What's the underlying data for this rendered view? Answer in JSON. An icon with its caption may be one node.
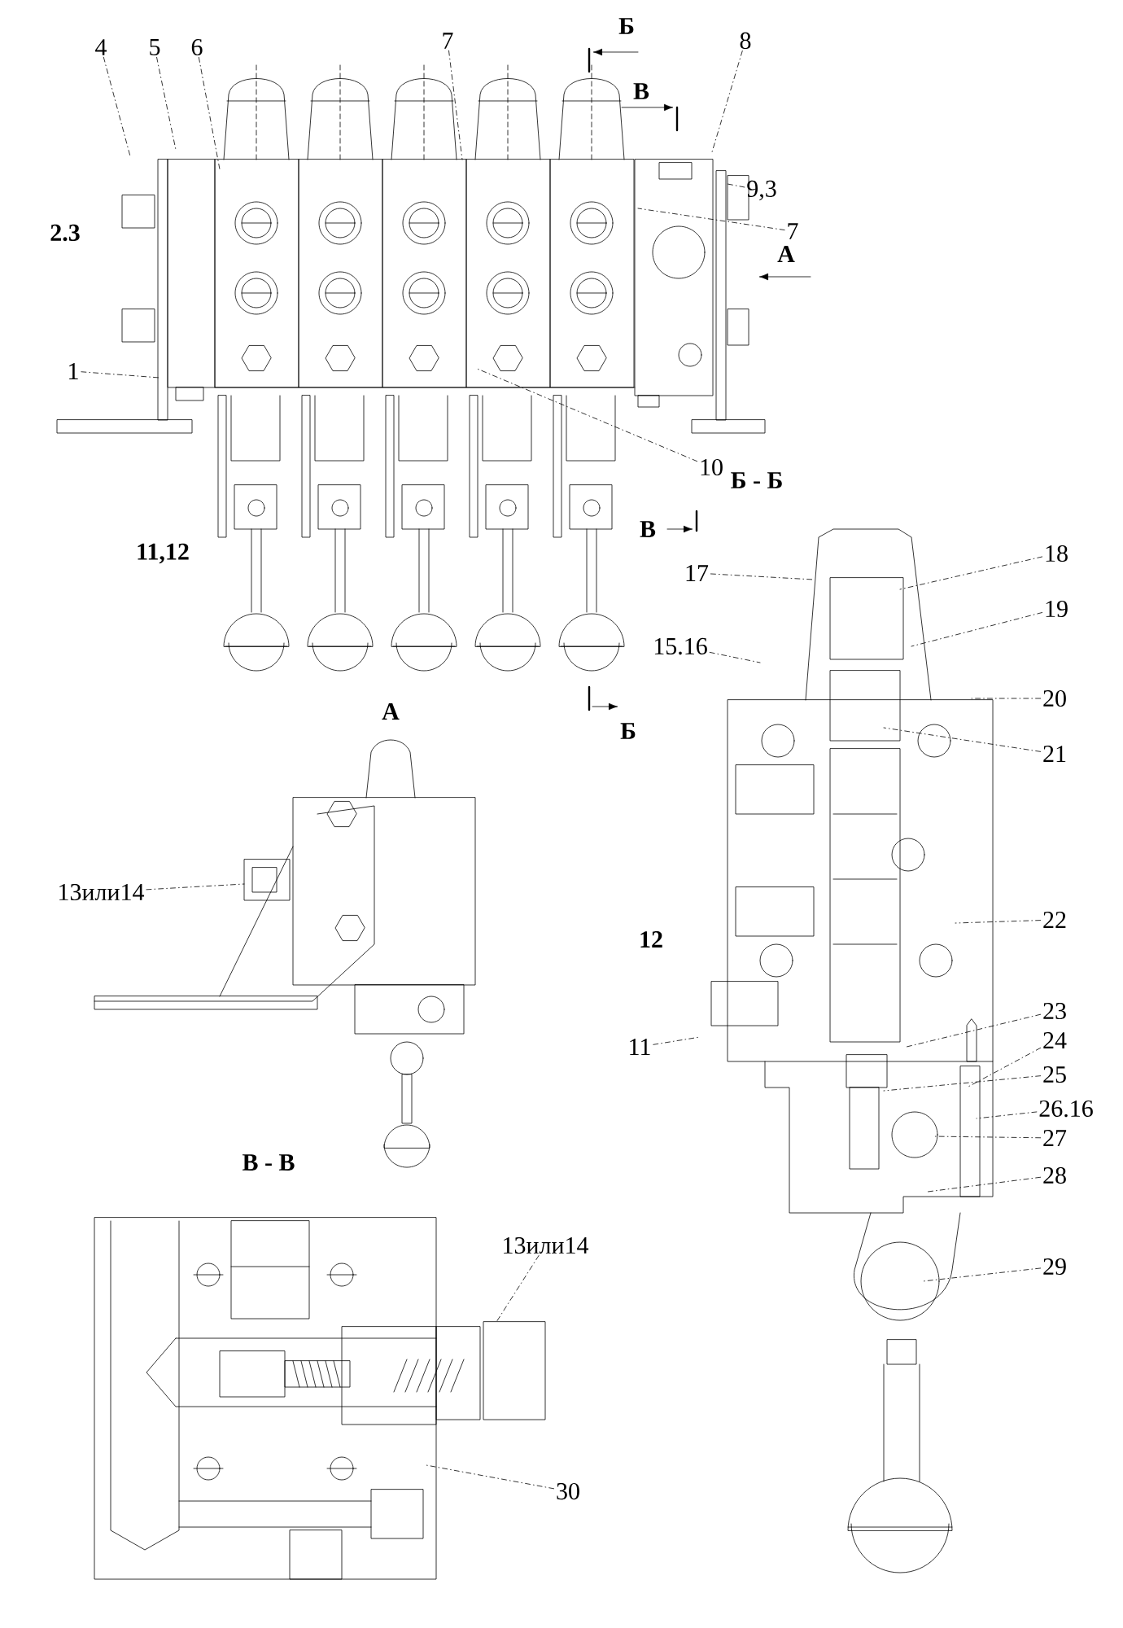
{
  "diagram": {
    "nodes": [
      {
        "text": [
          "4"
        ]
      },
      {
        "text": [
          "5"
        ]
      },
      {
        "text": [
          "6"
        ]
      },
      {
        "text": [
          "7"
        ]
      },
      {
        "text": [
          "8"
        ]
      },
      {
        "text": [
          "9,3"
        ]
      },
      {
        "text": [
          "7"
        ]
      },
      {
        "text": [
          "1"
        ]
      },
      {
        "text": [
          "10"
        ]
      },
      {
        "text": [
          "17"
        ]
      },
      {
        "text": [
          "18"
        ]
      },
      {
        "text": [
          "19"
        ]
      },
      {
        "text": [
          "15.16"
        ]
      },
      {
        "text": [
          "20"
        ]
      },
      {
        "text": [
          "21"
        ]
      },
      {
        "text": [
          "13или14"
        ]
      },
      {
        "text": [
          "22"
        ]
      },
      {
        "text": [
          "23"
        ]
      },
      {
        "text": [
          "11"
        ]
      },
      {
        "text": [
          "24"
        ]
      },
      {
        "text": [
          "25"
        ]
      },
      {
        "text": [
          "26.16"
        ]
      },
      {
        "text": [
          "27"
        ]
      },
      {
        "text": [
          "28"
        ]
      },
      {
        "text": [
          "13или14"
        ]
      },
      {
        "text": [
          "29"
        ]
      },
      {
        "text": [
          "30"
        ]
      }
    ],
    "edges": [
      {
        "from": 0,
        "to": null,
        "arrow": "none"
      },
      {
        "from": 1,
        "to": null,
        "arrow": "none"
      },
      {
        "from": 2,
        "to": null,
        "arrow": "none"
      },
      {
        "from": 3,
        "to": null,
        "arrow": "none"
      },
      {
        "from": 4,
        "to": null,
        "arrow": "none"
      },
      {
        "from": 5,
        "to": null,
        "arrow": "none"
      },
      {
        "from": 6,
        "to": null,
        "arrow": "none"
      },
      {
        "from": 7,
        "to": null,
        "arrow": "none"
      },
      {
        "from": 8,
        "to": null,
        "arrow": "none"
      },
      {
        "from": 9,
        "to": null,
        "arrow": "none"
      },
      {
        "from": 10,
        "to": null,
        "arrow": "none"
      },
      {
        "from": 11,
        "to": null,
        "arrow": "none"
      },
      {
        "from": 12,
        "to": null,
        "arrow": "none"
      },
      {
        "from": 13,
        "to": null,
        "arrow": "none"
      },
      {
        "from": 14,
        "to": null,
        "arrow": "none"
      },
      {
        "from": 15,
        "to": null,
        "arrow": "none"
      },
      {
        "from": 16,
        "to": null,
        "arrow": "none"
      },
      {
        "from": 17,
        "to": null,
        "arrow": "none"
      },
      {
        "from": 18,
        "to": null,
        "arrow": "none"
      },
      {
        "from": 19,
        "to": null,
        "arrow": "none"
      },
      {
        "from": 20,
        "to": null,
        "arrow": "none"
      },
      {
        "from": 21,
        "to": null,
        "arrow": "none"
      },
      {
        "from": 22,
        "to": null,
        "arrow": "none"
      },
      {
        "from": 23,
        "to": null,
        "arrow": "none"
      },
      {
        "from": 24,
        "to": null,
        "arrow": "none"
      },
      {
        "from": 25,
        "to": null,
        "arrow": "none"
      },
      {
        "from": 26,
        "to": null,
        "arrow": "none"
      }
    ],
    "labels": [
      "Б",
      "В",
      "2.3",
      "А",
      "Б - Б",
      "В",
      "11,12",
      "А",
      "Б",
      "12",
      "В - В"
    ]
  }
}
